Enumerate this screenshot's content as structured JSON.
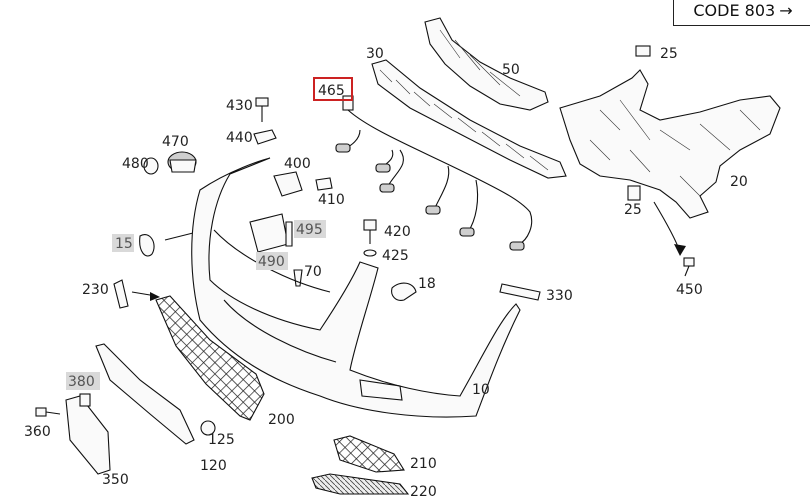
{
  "code_box": {
    "text": "CODE 803",
    "arrow": "→"
  },
  "callouts": [
    {
      "id": "465",
      "label": "465",
      "highlight": "red"
    },
    {
      "id": "30",
      "label": "30"
    },
    {
      "id": "50",
      "label": "50"
    },
    {
      "id": "25a",
      "label": "25"
    },
    {
      "id": "25b",
      "label": "25"
    },
    {
      "id": "20",
      "label": "20"
    },
    {
      "id": "450",
      "label": "450"
    },
    {
      "id": "430",
      "label": "430"
    },
    {
      "id": "440",
      "label": "440"
    },
    {
      "id": "470",
      "label": "470"
    },
    {
      "id": "480",
      "label": "480"
    },
    {
      "id": "400",
      "label": "400"
    },
    {
      "id": "410",
      "label": "410"
    },
    {
      "id": "420",
      "label": "420"
    },
    {
      "id": "425",
      "label": "425"
    },
    {
      "id": "495",
      "label": "495",
      "highlight": "gray"
    },
    {
      "id": "490",
      "label": "490",
      "highlight": "gray"
    },
    {
      "id": "70",
      "label": "70"
    },
    {
      "id": "15",
      "label": "15",
      "highlight": "gray"
    },
    {
      "id": "18",
      "label": "18"
    },
    {
      "id": "330",
      "label": "330"
    },
    {
      "id": "230",
      "label": "230"
    },
    {
      "id": "380",
      "label": "380",
      "highlight": "gray"
    },
    {
      "id": "360",
      "label": "360"
    },
    {
      "id": "350",
      "label": "350"
    },
    {
      "id": "125",
      "label": "125"
    },
    {
      "id": "120",
      "label": "120"
    },
    {
      "id": "200",
      "label": "200"
    },
    {
      "id": "10",
      "label": "10"
    },
    {
      "id": "210",
      "label": "210"
    },
    {
      "id": "220",
      "label": "220"
    }
  ],
  "colors": {
    "highlight_red": "#cc2222",
    "highlight_gray": "#d9d9d9",
    "ink": "#111111"
  }
}
